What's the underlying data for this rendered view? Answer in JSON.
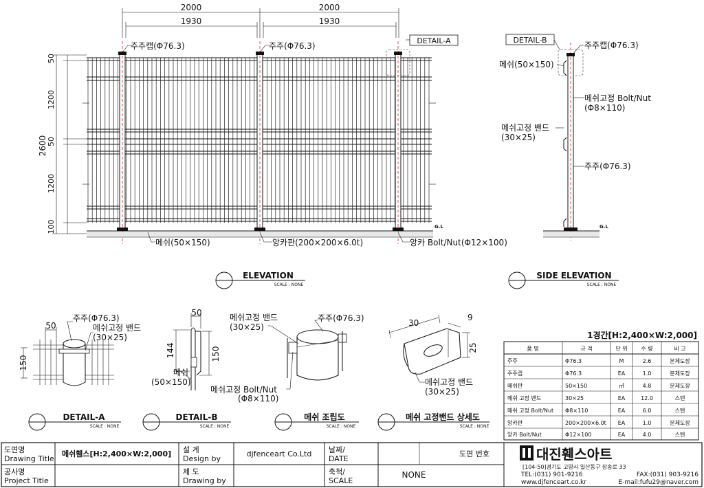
{
  "elevation": {
    "dim_top_left": "2000",
    "dim_top_right": "2000",
    "dim_inner_left": "1930",
    "dim_inner_right": "1930",
    "dim_height_total": "2600",
    "dim_v_50a": "50",
    "dim_v_1200a": "1200",
    "dim_v_50b": "50",
    "dim_v_1200b": "1200",
    "dim_v_100": "100",
    "post_cap_left": "주주캡(Φ76.3)",
    "post_cap_mid": "주주(Φ76.3)",
    "detail_a_tag": "DETAIL-A",
    "mesh_label": "메쉬(50×150)",
    "anchor_plate_label": "앙카판(200×200×6.0t)",
    "anchor_bolt_label": "앙카 Bolt/Nut(Φ12×100)",
    "gl": "G.L",
    "title": "ELEVATION",
    "scale": "SCALE : NONE"
  },
  "side": {
    "detail_b_tag": "DETAIL-B",
    "post_cap": "주주캡(Φ76.3)",
    "mesh": "메쉬(50×150)",
    "bolt_1": "메쉬고정 Bolt/Nut",
    "bolt_2": "(Φ8×110)",
    "band_1": "메쉬고정 밴드",
    "band_2": "(30×25)",
    "post": "주주(Φ76.3)",
    "gl": "G.L",
    "title": "SIDE ELEVATION",
    "scale": "SCALE : NONE"
  },
  "detail_a": {
    "post": "주주(Φ76.3)",
    "dim_50": "50",
    "band_1": "메쉬고정 밴드",
    "band_2": "(30×25)",
    "dim_150": "150",
    "title": "DETAIL-A",
    "scale": "SCALE : NONE"
  },
  "detail_b": {
    "dim_50": "50",
    "dim_144": "144",
    "dim_150": "150",
    "mesh_1": "메쉬",
    "mesh_2": "(50×150)",
    "title": "DETAIL-B",
    "scale": "SCALE : NONE"
  },
  "assembly": {
    "band_1": "메쉬고정 밴드",
    "band_2": "(30×25)",
    "post": "주주(Φ76.3)",
    "bolt_1": "메쉬고정 Bolt/Nut",
    "bolt_2": "(Φ8×110)",
    "title": "메쉬 조립도",
    "scale": "SCALE : NONE"
  },
  "band_detail": {
    "dim_30": "30",
    "dim_9": "9",
    "dim_25": "25",
    "label_1": "메쉬고정 밴드",
    "label_2": "(30×25)",
    "title": "메쉬 고정밴드 상세도",
    "scale": "SCALE : NONE"
  },
  "bom": {
    "title": "1경간[H:2,400×W:2,000]",
    "headers": [
      "품 명",
      "규 격",
      "단 위",
      "수 량",
      "비 고"
    ],
    "rows": [
      [
        "주주",
        "Φ76.3",
        "M",
        "2.6",
        "분체도장"
      ],
      [
        "주주캡",
        "Φ76.3",
        "EA",
        "1.0",
        "분체도장"
      ],
      [
        "메쉬판",
        "50×150",
        "㎡",
        "4.8",
        "분체도장"
      ],
      [
        "메쉬 고정 밴드",
        "30×25",
        "EA",
        "12.0",
        "스텐"
      ],
      [
        "메쉬 고정 Bolt/Nut",
        "Φ8×110",
        "EA",
        "6.0",
        "스텐"
      ],
      [
        "앙카판",
        "200×200×6.0t",
        "EA",
        "1.0",
        "분체도장"
      ],
      [
        "앙카 Bolt/Nut",
        "Φ12×100",
        "EA",
        "4.0",
        "스텐"
      ]
    ]
  },
  "titleblock": {
    "drawing_title_ko": "도면명",
    "drawing_title_en": "Drawing Title",
    "drawing_title_value": "메쉬휀스[H:2,400×W:2,000]",
    "design_ko": "설  계",
    "design_en": "Design by",
    "design_value": "djfenceart Co.Ltd",
    "date_ko": "날짜/",
    "date_en": "DATE",
    "drawing_no": "도면 번호",
    "project_ko": "공사명",
    "project_en": "Project Title",
    "drawn_ko": "제  도",
    "drawn_en": "Drawing by",
    "scale_ko": "축척/",
    "scale_en": "SCALE",
    "scale_value": "NONE",
    "company_name": "대진휀스아트",
    "address": "[104-50]경기도 고양시 일산동구 장송로 33",
    "tel": "TEL:(031) 901-9216",
    "fax": "FAX:(031) 903-9216",
    "web": "www.djfenceart.co.kr",
    "email": "E-mail:fufu29@naver.com"
  }
}
